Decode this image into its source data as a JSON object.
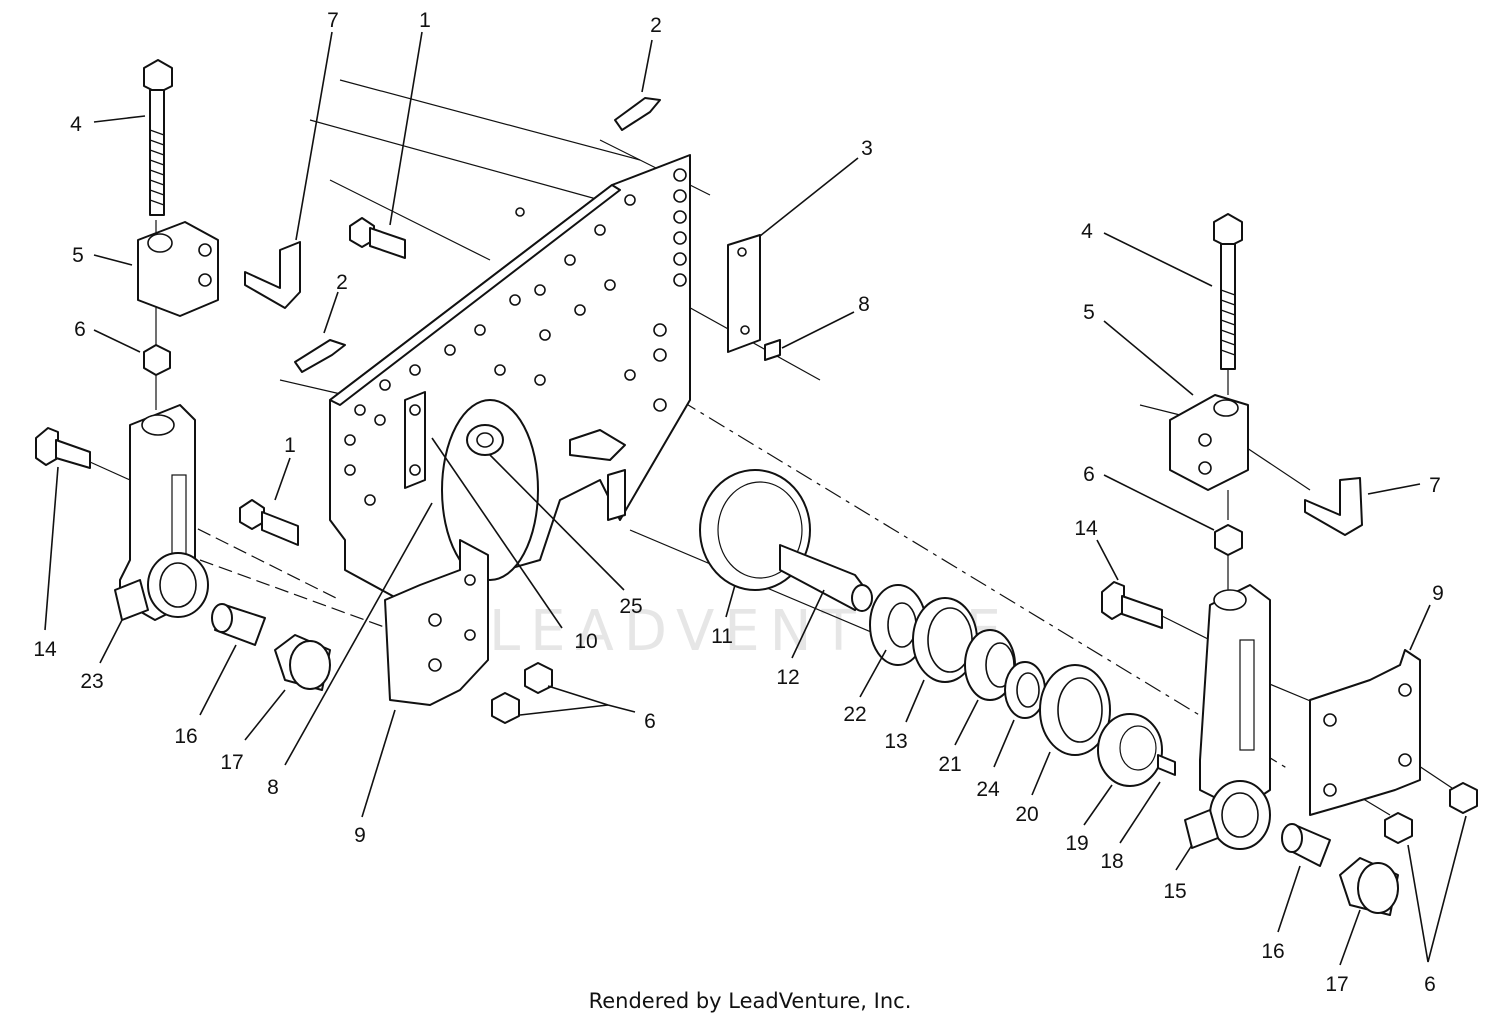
{
  "watermark": "LEADVENTURE",
  "footer": "Rendered by LeadVenture, Inc.",
  "callouts": [
    {
      "id": "c4a",
      "text": "4"
    },
    {
      "id": "c7a",
      "text": "7"
    },
    {
      "id": "c1a",
      "text": "1"
    },
    {
      "id": "c2a",
      "text": "2"
    },
    {
      "id": "c3",
      "text": "3"
    },
    {
      "id": "c5a",
      "text": "5"
    },
    {
      "id": "c6a",
      "text": "6"
    },
    {
      "id": "c2b",
      "text": "2"
    },
    {
      "id": "c8a",
      "text": "8"
    },
    {
      "id": "c4b",
      "text": "4"
    },
    {
      "id": "c5b",
      "text": "5"
    },
    {
      "id": "c6b",
      "text": "6"
    },
    {
      "id": "c7b",
      "text": "7"
    },
    {
      "id": "c14a",
      "text": "14"
    },
    {
      "id": "c1b",
      "text": "1"
    },
    {
      "id": "c14b",
      "text": "14"
    },
    {
      "id": "c23",
      "text": "23"
    },
    {
      "id": "c16a",
      "text": "16"
    },
    {
      "id": "c17a",
      "text": "17"
    },
    {
      "id": "c8b",
      "text": "8"
    },
    {
      "id": "c9a",
      "text": "9"
    },
    {
      "id": "c6c",
      "text": "6"
    },
    {
      "id": "c10",
      "text": "10"
    },
    {
      "id": "c25",
      "text": "25"
    },
    {
      "id": "c11",
      "text": "11"
    },
    {
      "id": "c12",
      "text": "12"
    },
    {
      "id": "c22",
      "text": "22"
    },
    {
      "id": "c13",
      "text": "13"
    },
    {
      "id": "c21",
      "text": "21"
    },
    {
      "id": "c24",
      "text": "24"
    },
    {
      "id": "c20",
      "text": "20"
    },
    {
      "id": "c19",
      "text": "19"
    },
    {
      "id": "c18",
      "text": "18"
    },
    {
      "id": "c15",
      "text": "15"
    },
    {
      "id": "c9b",
      "text": "9"
    },
    {
      "id": "c16b",
      "text": "16"
    },
    {
      "id": "c17b",
      "text": "17"
    },
    {
      "id": "c6d",
      "text": "6"
    }
  ]
}
